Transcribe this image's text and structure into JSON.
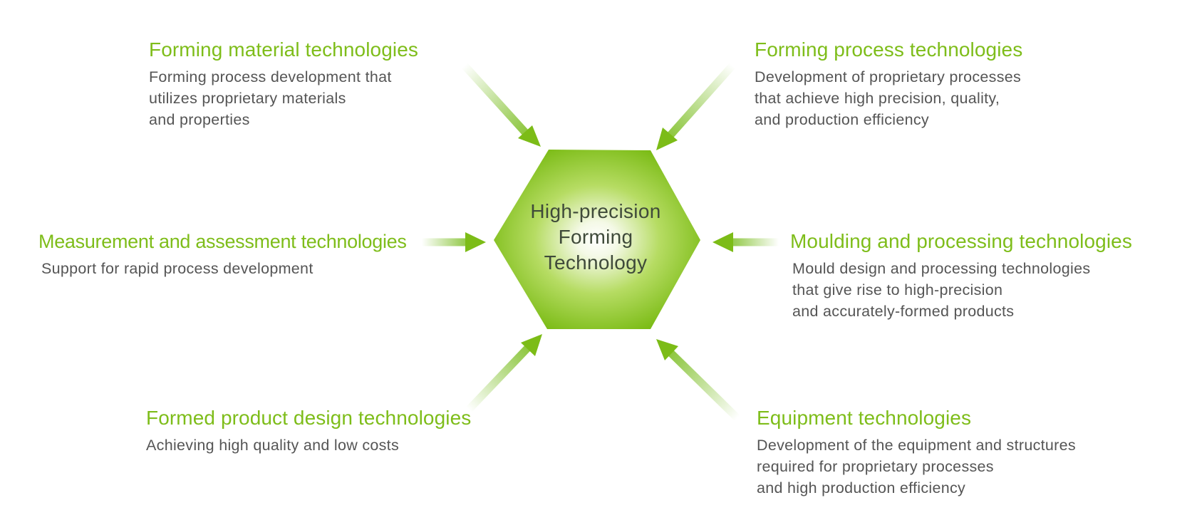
{
  "center": {
    "label": "High-precision\nForming\nTechnology"
  },
  "colors": {
    "accent_green": "#7ebd1a",
    "hex_center": "#ffffff",
    "hex_edge": "#7cbc17",
    "text_gray": "#555555"
  },
  "blocks": {
    "forming_material": {
      "title": "Forming material technologies",
      "description": "Forming process development that\nutilizes proprietary materials\nand properties"
    },
    "forming_process": {
      "title": "Forming process technologies",
      "description": "Development of proprietary processes\nthat achieve high precision, quality,\nand production efficiency"
    },
    "measurement": {
      "title": "Measurement and assessment technologies",
      "description": "Support for rapid process development"
    },
    "moulding": {
      "title": "Moulding and processing technologies",
      "description": "Mould design and processing technologies\nthat give rise to high-precision\nand accurately-formed products"
    },
    "formed_product": {
      "title": "Formed product design technologies",
      "description": "Achieving high quality and low costs"
    },
    "equipment": {
      "title": "Equipment technologies",
      "description": "Development of the equipment and structures\nrequired for proprietary processes\nand high production efficiency"
    }
  }
}
